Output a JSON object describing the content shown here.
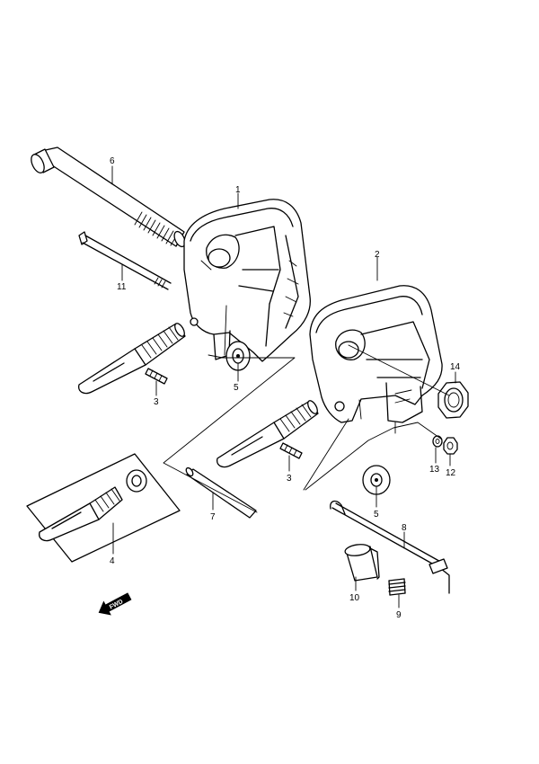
{
  "diagram": {
    "callouts": [
      {
        "id": "c1",
        "label": "1"
      },
      {
        "id": "c2",
        "label": "2"
      },
      {
        "id": "c3a",
        "label": "3"
      },
      {
        "id": "c3b",
        "label": "3"
      },
      {
        "id": "c4",
        "label": "4"
      },
      {
        "id": "c5a",
        "label": "5"
      },
      {
        "id": "c5b",
        "label": "5"
      },
      {
        "id": "c6",
        "label": "6"
      },
      {
        "id": "c7",
        "label": "7"
      },
      {
        "id": "c8",
        "label": "8"
      },
      {
        "id": "c9",
        "label": "9"
      },
      {
        "id": "c10",
        "label": "10"
      },
      {
        "id": "c11",
        "label": "11"
      },
      {
        "id": "c12",
        "label": "12"
      },
      {
        "id": "c13",
        "label": "13"
      },
      {
        "id": "c14",
        "label": "14"
      }
    ],
    "direction_label": "FWD"
  }
}
